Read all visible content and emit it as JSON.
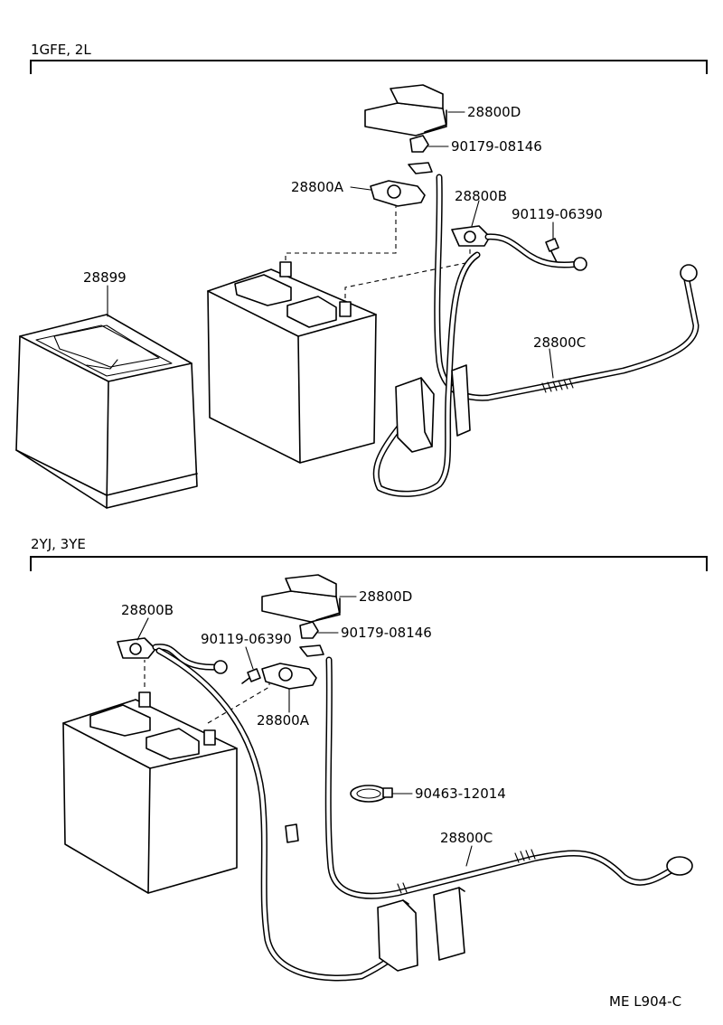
{
  "sections": [
    {
      "heading": "1GFE, 2L",
      "labels": {
        "cover": "28800D",
        "cover_nut": "90179-08146",
        "terminal_pos": "28800A",
        "terminal_neg": "28800B",
        "bolt": "90119-06390",
        "tray": "28899",
        "main_cable": "28800C"
      }
    },
    {
      "heading": "2YJ, 3YE",
      "labels": {
        "terminal_neg": "28800B",
        "cover": "28800D",
        "bolt": "90119-06390",
        "cover_nut": "90179-08146",
        "terminal_pos": "28800A",
        "clamp": "90463-12014",
        "main_cable": "28800C"
      }
    }
  ],
  "figure_id": "ME L904-C"
}
